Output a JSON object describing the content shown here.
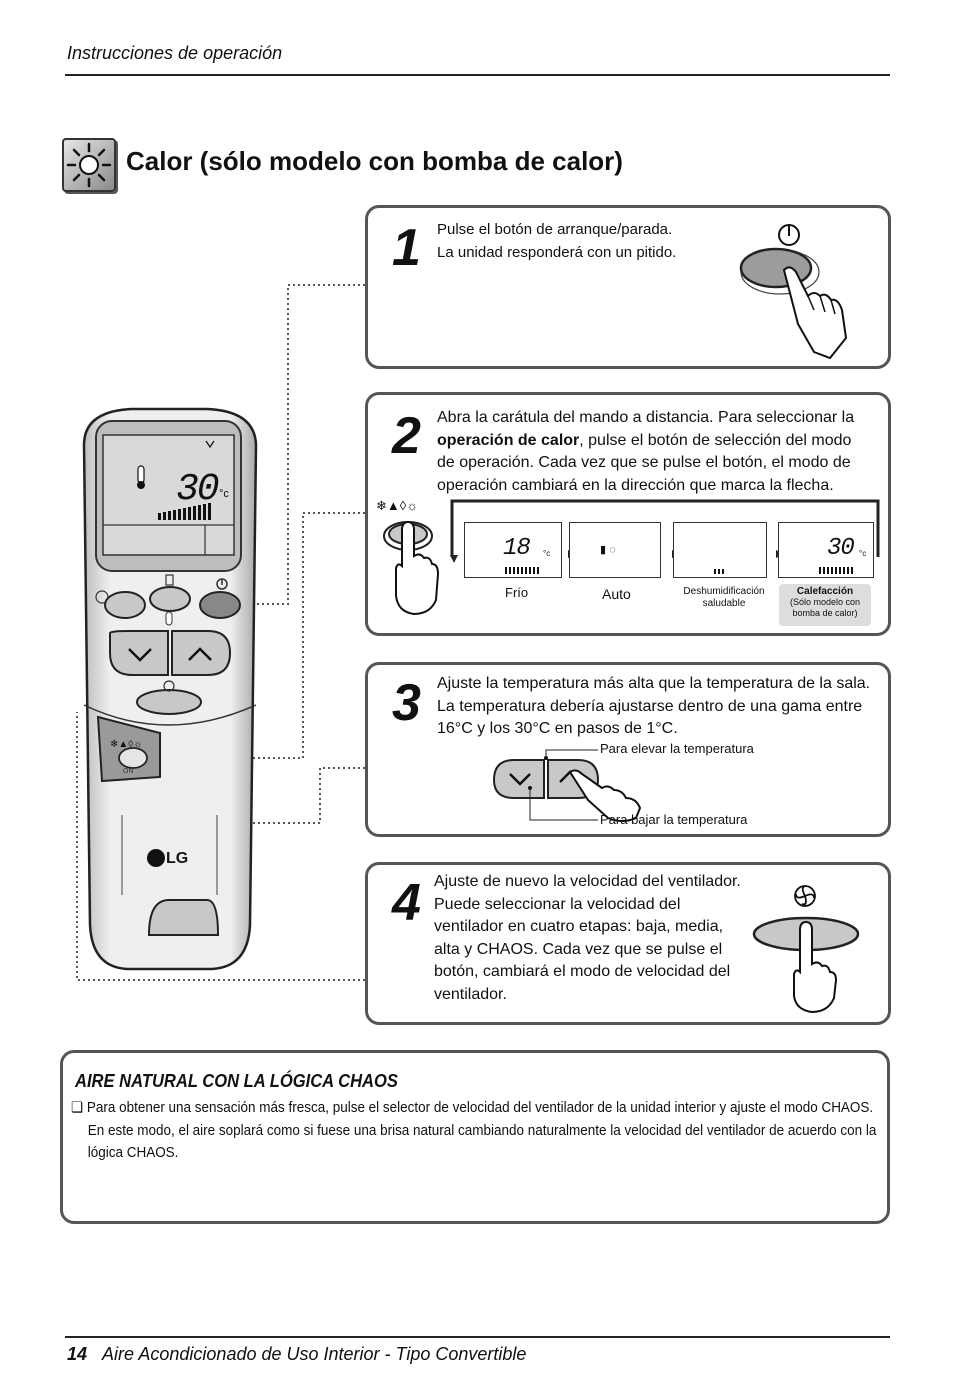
{
  "header": {
    "section": "Instrucciones de operación"
  },
  "title": "Calor (sólo modelo con bomba de calor)",
  "steps": [
    {
      "number": "1",
      "lines": [
        "Pulse el botón de arranque/parada.",
        "La unidad responderá con un pitido."
      ]
    },
    {
      "number": "2",
      "line1": "Abra la carátula del mando a distancia. Para seleccionar la",
      "line2_bold": "operación de calor",
      "line2_rest": ", pulse el botón de selección del modo",
      "line3": "de operación.  Cada vez que se pulse el botón, el modo de",
      "line4": "operación cambiará en la dirección que marca la flecha.",
      "modes": {
        "frio": "Frío",
        "auto": "Auto",
        "deshum1": "Deshumidificación",
        "deshum2": "saludable",
        "calef_title": "Calefacción",
        "calef_1": "(Sólo modelo con",
        "calef_2": "bomba de calor)"
      },
      "lcd_values": {
        "frio": "18",
        "calef": "30",
        "unit": "°c"
      }
    },
    {
      "number": "3",
      "lines": [
        "Ajuste la temperatura más alta que la temperatura de la sala.",
        "La temperatura debería ajustarse dentro de una gama entre",
        "16°C y los 30°C en pasos de 1°C."
      ],
      "raise": "Para elevar la temperatura",
      "lower": "Para bajar la temperatura"
    },
    {
      "number": "4",
      "lines": [
        "Ajuste de nuevo la velocidad del ventilador.",
        "Puede seleccionar la velocidad del",
        "ventilador en cuatro etapas: baja, media,",
        "alta y CHAOS. Cada vez que se pulse el",
        "botón, cambiará el modo de velocidad del",
        "ventilador."
      ]
    }
  ],
  "remote": {
    "display_temp": "30",
    "unit": "°c",
    "brand": "LG",
    "on_label": "ON"
  },
  "note": {
    "title": "AIRE NATURAL CON LA LÓGICA CHAOS",
    "line1": "Para obtener una sensación más fresca, pulse el selector de velocidad del ventilador de la unidad interior y ajuste el modo CHAOS.",
    "line2": "En este modo, el aire soplará como si fuese una brisa natural cambiando naturalmente la velocidad del ventilador de acuerdo con la",
    "line3": "lógica CHAOS."
  },
  "footer": {
    "page": "14",
    "text": "Aire Acondicionado de Uso Interior - Tipo Convertible"
  },
  "icons": [
    "sun-icon",
    "power-icon",
    "hand-icon",
    "snowflake-icon",
    "drop-icon",
    "fan-icon",
    "thermometer-icon",
    "chevron-down-icon",
    "chevron-up-icon"
  ]
}
